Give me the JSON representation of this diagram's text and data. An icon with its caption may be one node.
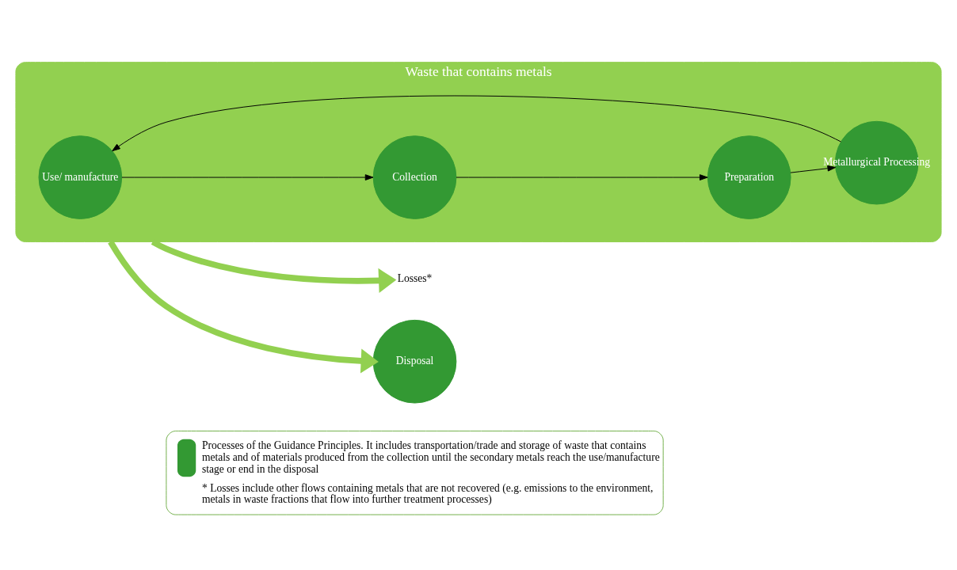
{
  "diagram": {
    "nodes": [
      {
        "text": [
          "Waste that contains metals"
        ]
      },
      {
        "text": [
          "Use/ manufacture"
        ],
        "in": 0
      },
      {
        "text": [
          "Metallurgical Processing"
        ],
        "in": 0
      },
      {
        "text": [
          "Collection"
        ],
        "in": 0
      },
      {
        "text": [
          "Preparation"
        ],
        "in": 0
      },
      {
        "text": [
          "Losses*"
        ]
      },
      {
        "text": [
          "Disposal"
        ]
      }
    ],
    "edges": [
      {
        "from": 1,
        "to": 3,
        "arrow": "to"
      },
      {
        "from": 3,
        "to": 4,
        "arrow": "to"
      },
      {
        "from": 4,
        "to": 2,
        "arrow": "to"
      },
      {
        "from": 2,
        "to": 1,
        "arrow": "to"
      },
      {
        "from": 0,
        "to": 5,
        "arrow": "to",
        "style": "thick",
        "color": "#92d050"
      },
      {
        "from": 0,
        "to": 6,
        "arrow": "to",
        "style": "thick",
        "color": "#92d050"
      }
    ],
    "labels": [
      "* Losses include other flows containing metals that are not recovered (e.g. emissions to the environment, metals in waste fractions that flow into further treatment processes)"
    ],
    "legend": [
      {
        "text": "Processes of the Guidance Principles. It includes transportation/trade and storage of waste that contains metals and of materials produced from the collection until the secondary metals reach the use/manufacture stage or end in the disposal",
        "color": "#339933"
      }
    ]
  }
}
